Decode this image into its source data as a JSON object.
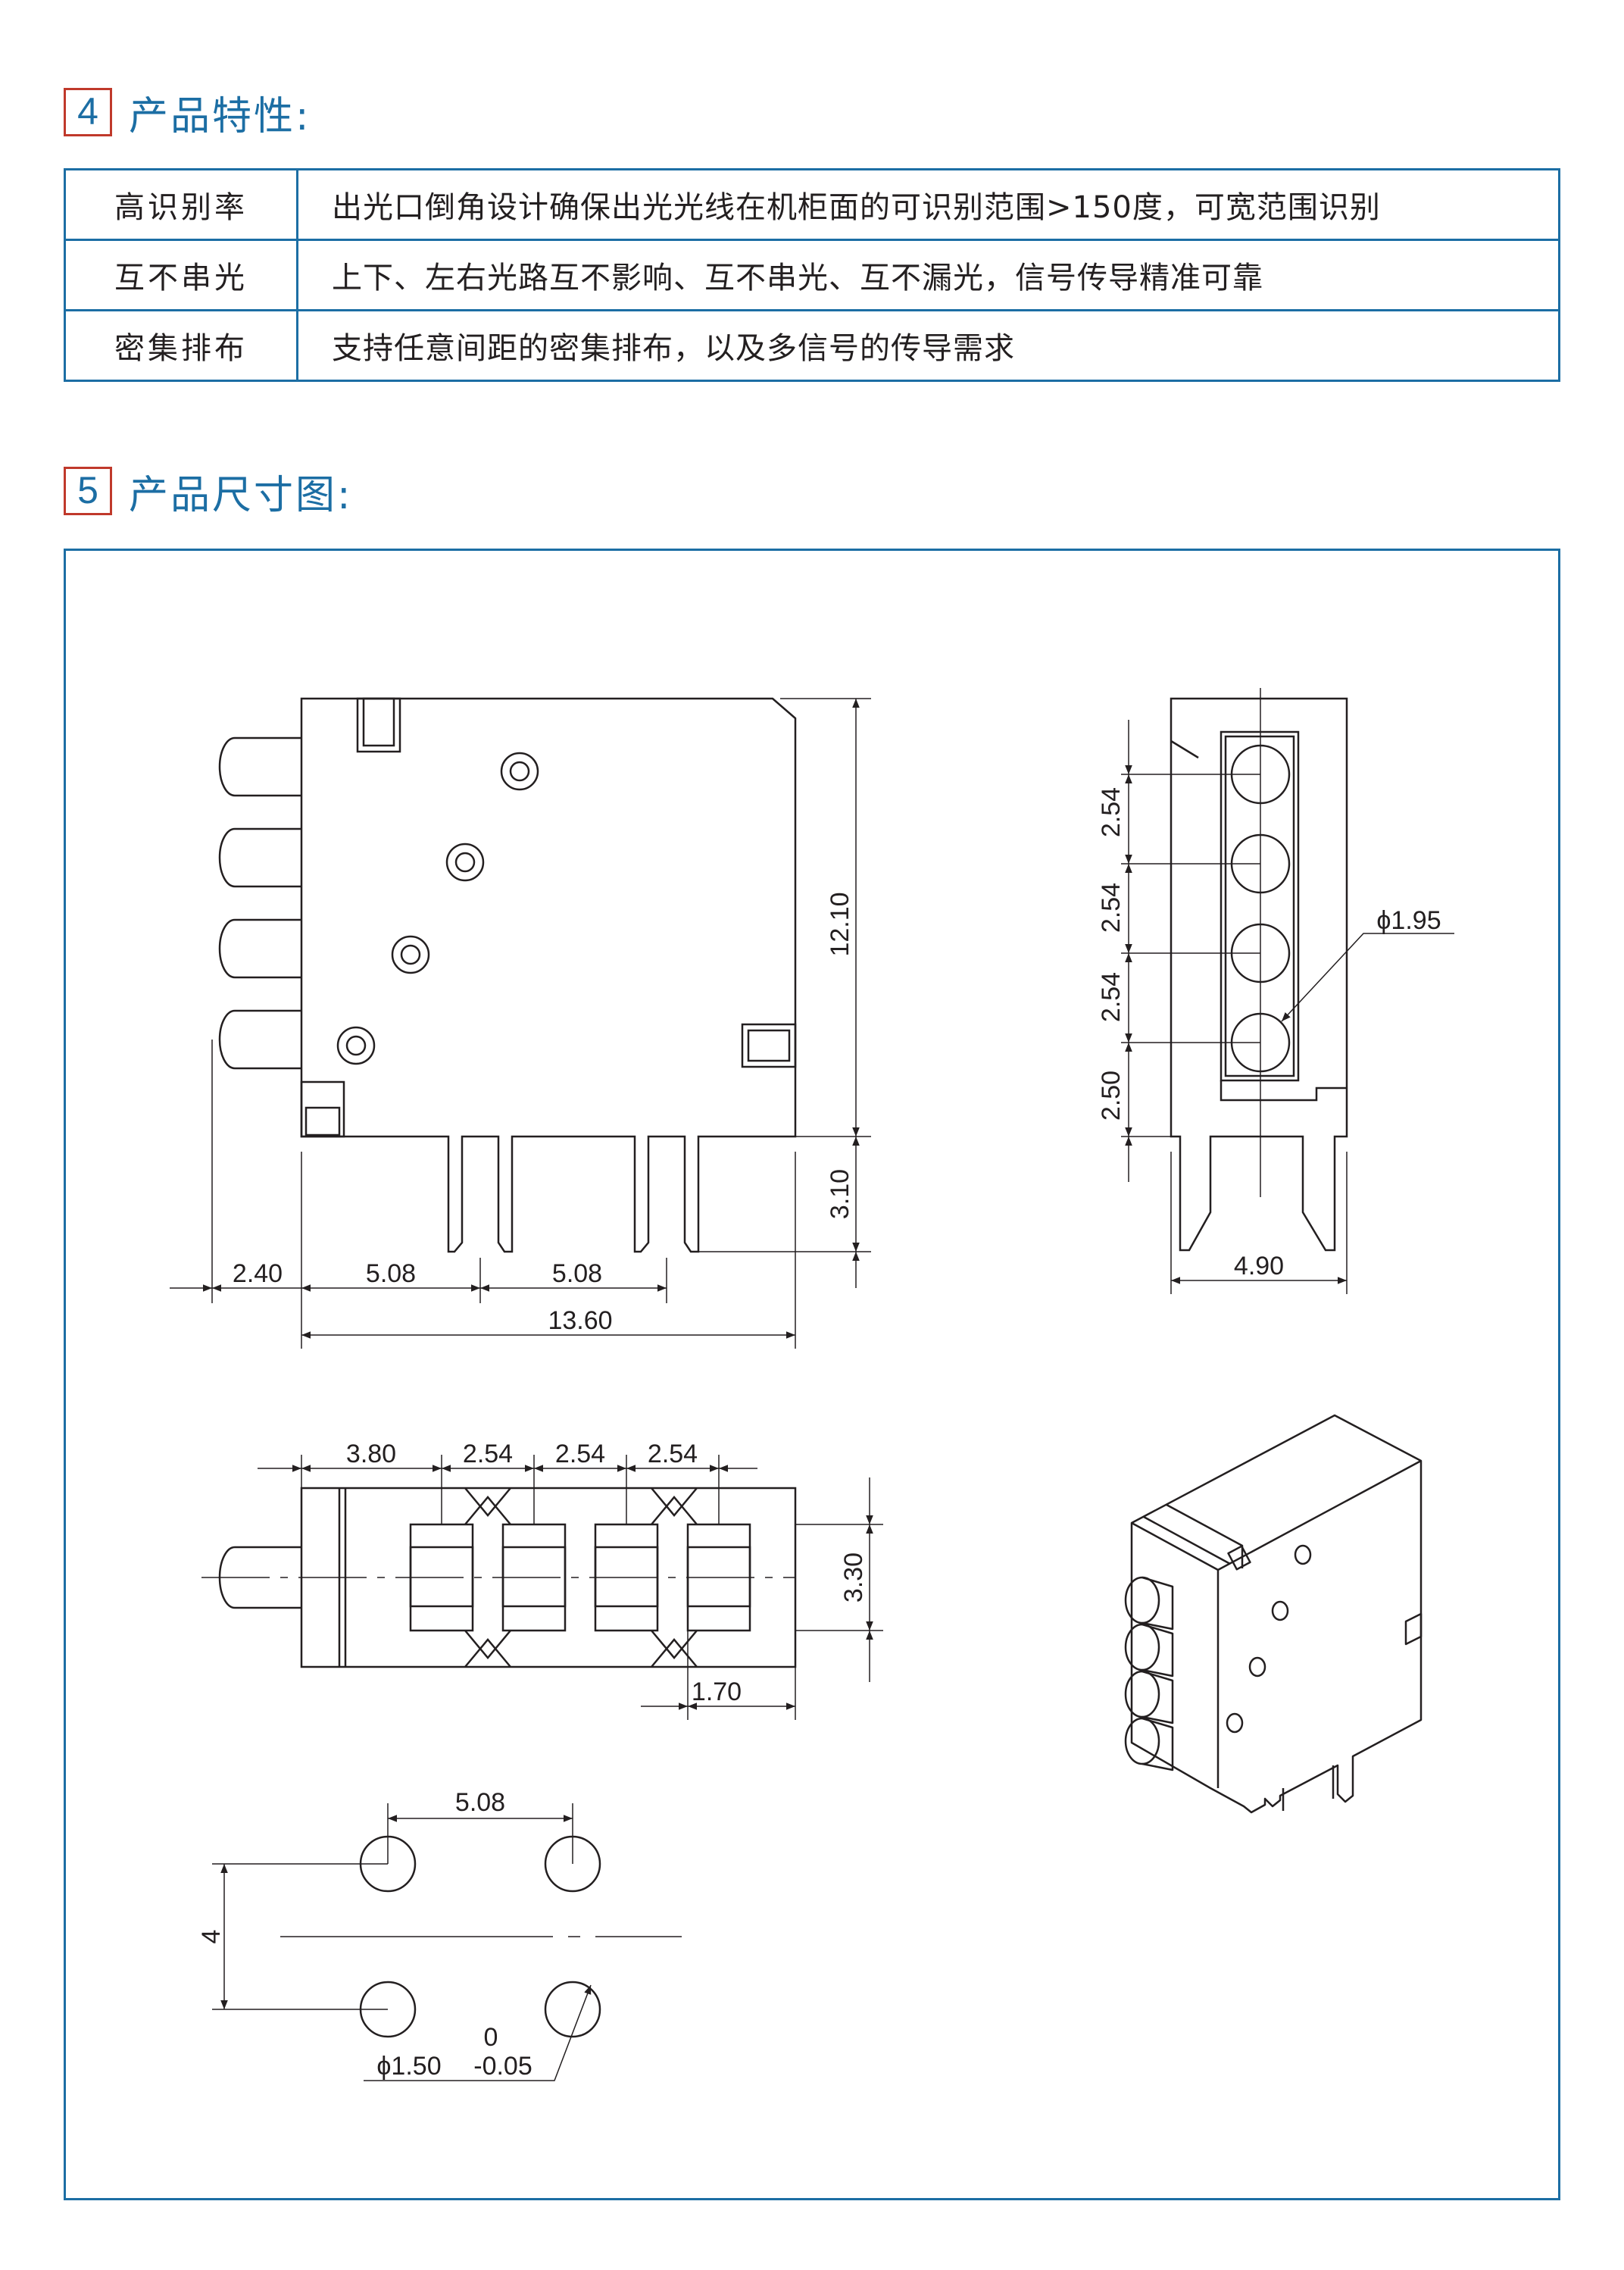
{
  "section4": {
    "number": "4",
    "title": "产品特性:"
  },
  "features": [
    {
      "key": "高识别率",
      "value": "出光口倒角设计确保出光光线在机柜面的可识别范围>150度，可宽范围识别"
    },
    {
      "key": "互不串光",
      "value": "上下、左右光路互不影响、互不串光、互不漏光，信号传导精准可靠"
    },
    {
      "key": "密集排布",
      "value": "支持任意间距的密集排布，以及多信号的传导需求"
    }
  ],
  "section5": {
    "number": "5",
    "title": "产品尺寸图:"
  },
  "dimensions": {
    "side_height": "12.10",
    "pin_length": "3.10",
    "offset_left": "2.40",
    "pitch_a": "5.08",
    "pitch_b": "5.08",
    "body_length": "13.60",
    "front_pitch_1": "2.54",
    "front_pitch_2": "2.54",
    "front_pitch_3": "2.54",
    "front_bottom": "2.50",
    "lens_diameter": "ϕ1.95",
    "front_width": "4.90",
    "top_offset": "3.80",
    "top_pitch_1": "2.54",
    "top_pitch_2": "2.54",
    "top_pitch_3": "2.54",
    "top_width": "3.30",
    "top_end": "1.70",
    "pcb_pitch": "5.08",
    "pcb_row": "4",
    "hole_tol_upper": "0",
    "hole_diameter": "ϕ1.50",
    "hole_tol_lower": "-0.05"
  },
  "colors": {
    "accent": "#1c6ea4",
    "number_box": "#c0392b",
    "line": "#231f20"
  }
}
